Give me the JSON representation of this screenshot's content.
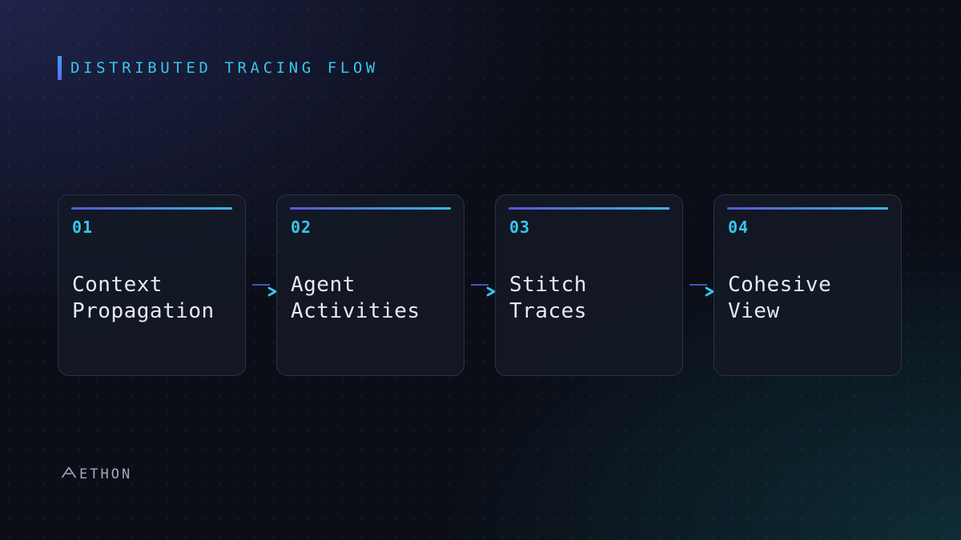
{
  "slide": {
    "title": "DISTRIBUTED TRACING FLOW"
  },
  "steps": [
    {
      "number": "01",
      "label": "Context Propagation"
    },
    {
      "number": "02",
      "label": "Agent Activities"
    },
    {
      "number": "03",
      "label": "Stitch Traces"
    },
    {
      "number": "04",
      "label": "Cohesive View"
    }
  ],
  "brand": {
    "name": "ETHON",
    "mark": "delta-logo-icon"
  },
  "colors": {
    "accent": "#38c6ea",
    "accent_purple": "#5b55d6",
    "background": "#0b0e17",
    "card": "#131926",
    "text": "#e6e9ef"
  }
}
